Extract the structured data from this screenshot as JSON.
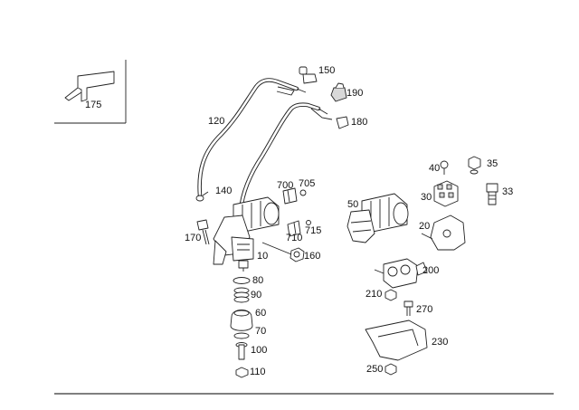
{
  "diagram": {
    "callouts": {
      "c10": "10",
      "c20": "20",
      "c30": "30",
      "c33": "33",
      "c35": "35",
      "c40": "40",
      "c50": "50",
      "c60": "60",
      "c70": "70",
      "c80": "80",
      "c90": "90",
      "c100": "100",
      "c110": "110",
      "c120": "120",
      "c140": "140",
      "c150": "150",
      "c160": "160",
      "c170": "170",
      "c175": "175",
      "c180": "180",
      "c190": "190",
      "c200": "200",
      "c210": "210",
      "c230": "230",
      "c250": "250",
      "c270": "270",
      "c700": "700",
      "c705": "705",
      "c710": "710",
      "c715": "715"
    }
  }
}
